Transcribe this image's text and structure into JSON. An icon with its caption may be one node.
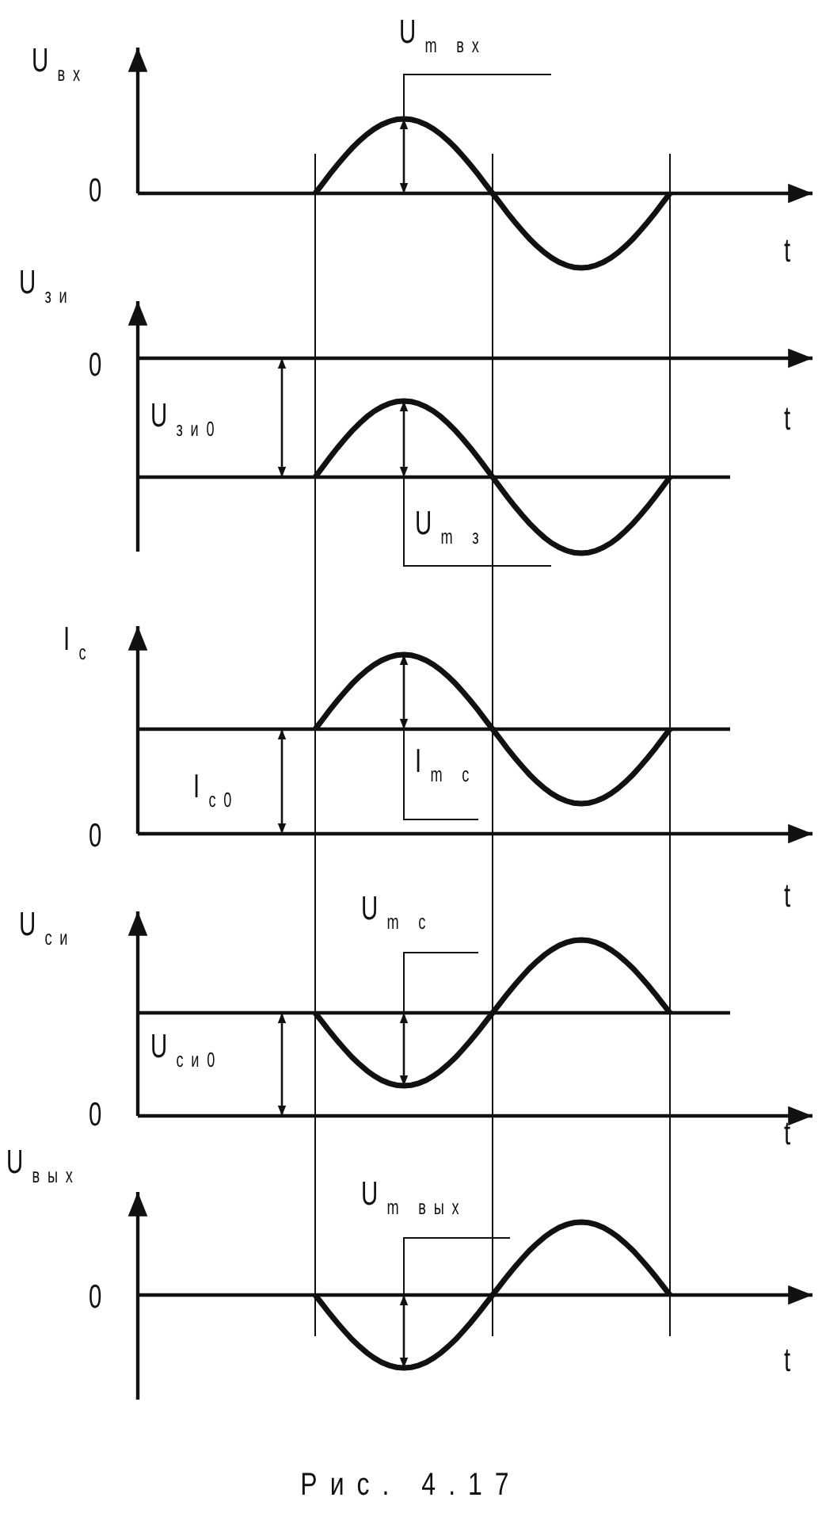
{
  "diagram": {
    "caption": "Рис. 4.17",
    "labels": [
      "U$_{вх}$",
      "U$_{m вх}$",
      "0",
      "t",
      "U$_{зи}$",
      "0",
      "U$_{зи0}$",
      "t",
      "U$_{m з}$",
      "I$_{с}$",
      "I$_{с0}$",
      "I$_{m с}$",
      "0",
      "t",
      "U$_{си}$",
      "U$_{m с}$",
      "U$_{си0}$",
      "0",
      "t",
      "U$_{вых}$",
      "U$_{m вых}$",
      "0",
      "t"
    ]
  }
}
